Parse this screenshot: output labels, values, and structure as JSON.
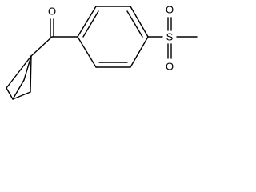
{
  "molecule": {
    "atoms": {
      "carbonyl_oxygen": "O",
      "sulfur": "S",
      "sulfonyl_oxygen_top": "O",
      "sulfonyl_oxygen_bottom": "O"
    }
  }
}
